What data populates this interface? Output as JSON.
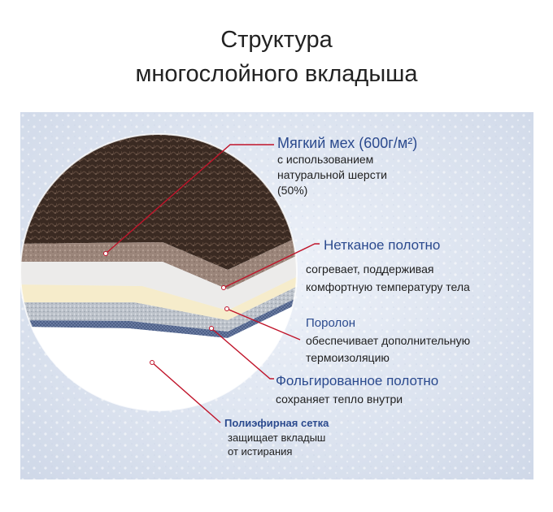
{
  "title": {
    "line1": "Структура",
    "line2": "многослойного вкладыша"
  },
  "layers": [
    {
      "name": "Мягкий мех (600г/м²)",
      "description": [
        "с использованием",
        "натуральной шерсти",
        "(50%)"
      ]
    },
    {
      "name": "Нетканое полотно",
      "description": [
        "согревает, поддерживая",
        "комфортную температуру тела"
      ]
    },
    {
      "name": "Поролон",
      "description": [
        "обеспечивает дополнительную",
        "термоизоляцию"
      ]
    },
    {
      "name": "Фольгированное полотно",
      "description": [
        "сохраняет тепло внутри"
      ]
    },
    {
      "name": "Полиэфирная сетка",
      "description": [
        "защищает вкладыш",
        "от истирания"
      ]
    }
  ],
  "colors": {
    "heading": "#2b4a8e",
    "leader_line": "#c0142a",
    "fur": "#3a2a22",
    "felt": "#9b857a",
    "foam": "#f6eccb",
    "foil": "#b9bec6",
    "mesh": "#4a5d85"
  }
}
